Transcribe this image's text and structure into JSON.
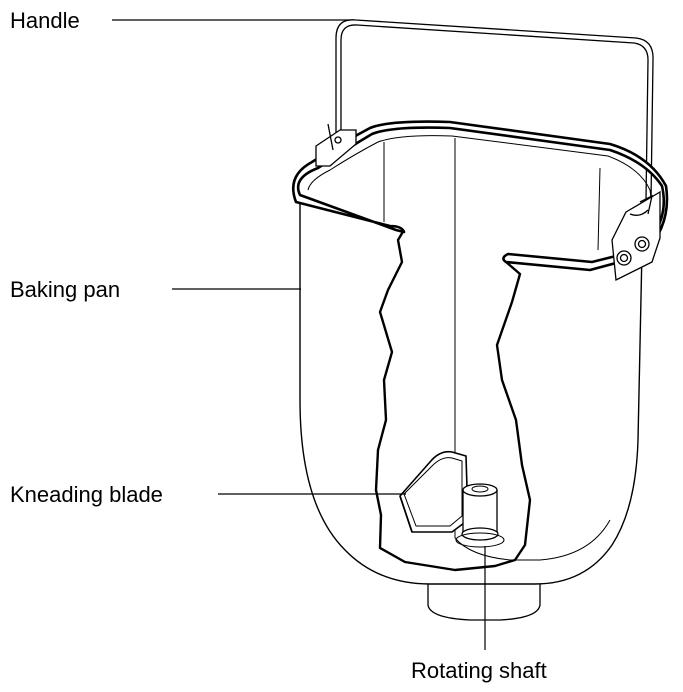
{
  "labels": {
    "handle": "Handle",
    "baking_pan": "Baking pan",
    "kneading_blade": "Kneading blade",
    "rotating_shaft": "Rotating shaft"
  },
  "colors": {
    "line": "#000000",
    "background": "#ffffff"
  }
}
